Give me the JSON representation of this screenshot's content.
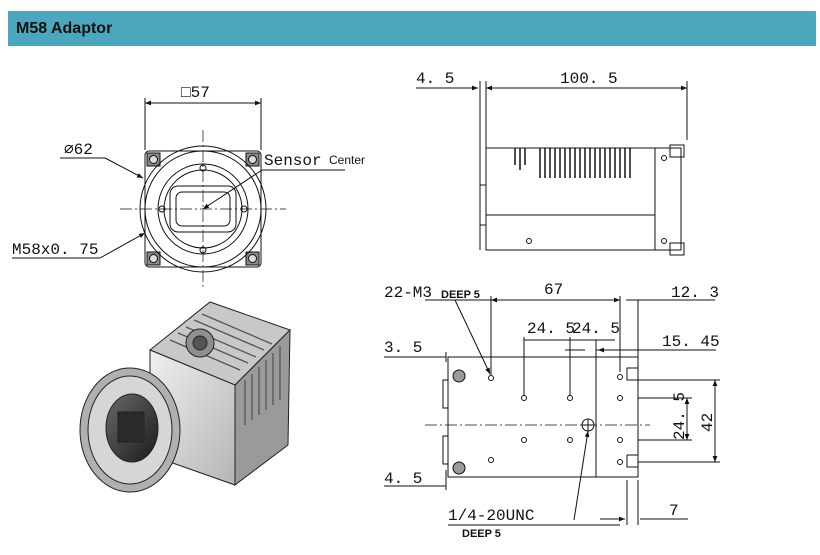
{
  "header": {
    "title": "M58 Adaptor"
  },
  "front_view": {
    "square": "□57",
    "diameter": "⌀62",
    "sensor_center": "Sensor",
    "sensor_center2": "Center",
    "thread": "M58x0. 75"
  },
  "side_view": {
    "offset": "4. 5",
    "length": "100. 5"
  },
  "bottom_view": {
    "holes": "22-M3",
    "holes_depth": "DEEP 5",
    "span": "67",
    "pitch_a": "24. 5",
    "pitch_b": "24. 5",
    "right_offset": "12. 3",
    "left_offset": "3. 5",
    "right_offset2": "15. 45",
    "vertical_pitch": "24. 5",
    "height": "42",
    "bottom_offset": "4. 5",
    "tripod": "1/4-20UNC",
    "tripod_depth": "DEEP 5",
    "end_offset": "7"
  },
  "colors": {
    "header_bg": "#4aa7bd",
    "line": "#111111"
  }
}
